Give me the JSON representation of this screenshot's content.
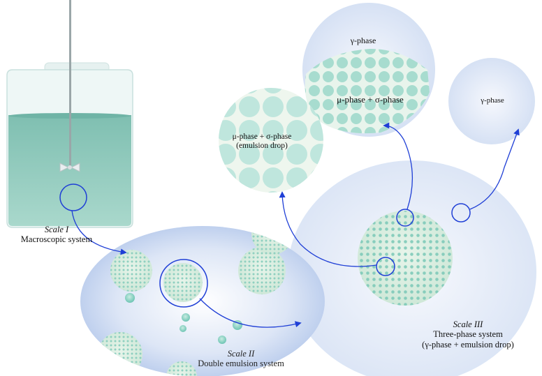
{
  "labels": {
    "scale1_title": "Scale I",
    "scale1_subtitle": "Macroscopic system",
    "scale2_title": "Scale II",
    "scale2_subtitle": "Double emulsion system",
    "scale3_title": "Scale III",
    "scale3_line1": "Three-phase system",
    "scale3_line2": "(γ-phase + emulsion drop)",
    "drop_line1": "μ-phase + σ-phase",
    "drop_line2": "(emulsion drop)",
    "gamma_top": "γ-phase",
    "mu_sigma_top": "μ-phase + σ-phase",
    "gamma_right": "γ-phase"
  },
  "colors": {
    "arrow": "#1f3fd6",
    "liquid": "#8fc9bd",
    "droplet": "#6cc4b3",
    "bubble_blue": "#c9d6ef",
    "emulsion_fill": "#e3efd6"
  }
}
